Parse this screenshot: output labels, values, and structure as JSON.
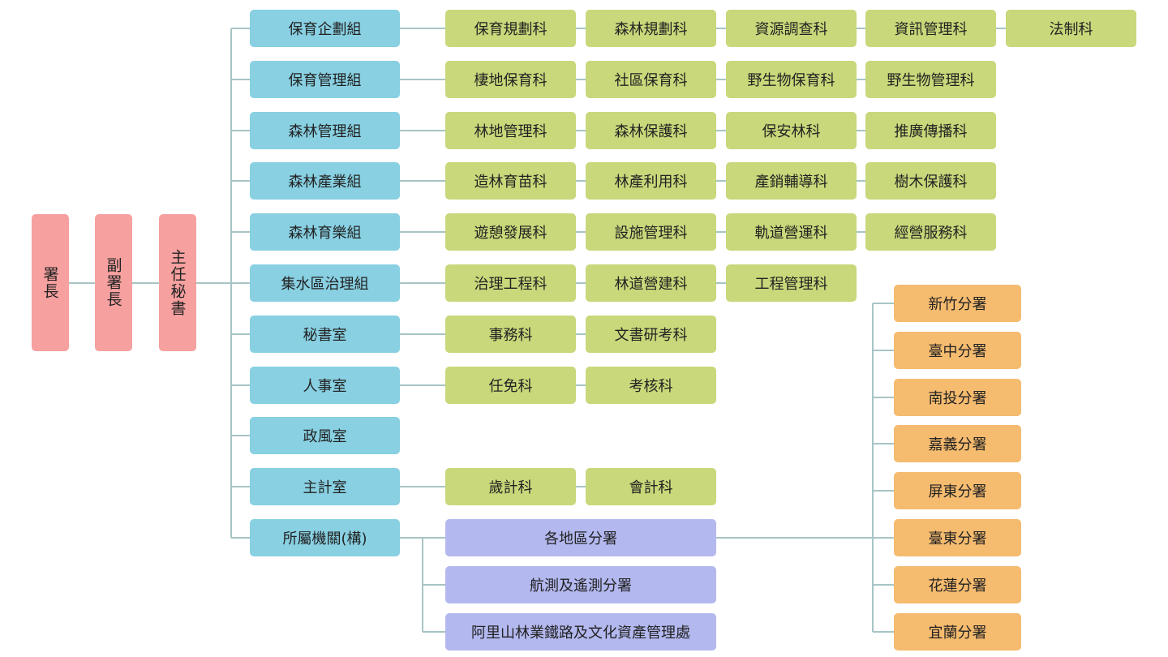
{
  "title": "組織架構圖",
  "colors": {
    "executive": "#f6a0a0",
    "group": "#88d0e2",
    "section": "#c8d87a",
    "agency": "#b3b8ef",
    "branch": "#f5bb6f",
    "connector": "#a8c4c4"
  },
  "executives": [
    "署長",
    "副署長",
    "主任秘書"
  ],
  "groups": [
    {
      "name": "保育企劃組",
      "sections": [
        "保育規劃科",
        "森林規劃科",
        "資源調查科",
        "資訊管理科",
        "法制科"
      ]
    },
    {
      "name": "保育管理組",
      "sections": [
        "棲地保育科",
        "社區保育科",
        "野生物保育科",
        "野生物管理科"
      ]
    },
    {
      "name": "森林管理組",
      "sections": [
        "林地管理科",
        "森林保護科",
        "保安林科",
        "推廣傳播科"
      ]
    },
    {
      "name": "森林產業組",
      "sections": [
        "造林育苗科",
        "林產利用科",
        "產銷輔導科",
        "樹木保護科"
      ]
    },
    {
      "name": "森林育樂組",
      "sections": [
        "遊憩發展科",
        "設施管理科",
        "軌道營運科",
        "經營服務科"
      ]
    },
    {
      "name": "集水區治理組",
      "sections": [
        "治理工程科",
        "林道營建科",
        "工程管理科"
      ]
    },
    {
      "name": "秘書室",
      "sections": [
        "事務科",
        "文書研考科"
      ]
    },
    {
      "name": "人事室",
      "sections": [
        "任免科",
        "考核科"
      ]
    },
    {
      "name": "政風室",
      "sections": []
    },
    {
      "name": "主計室",
      "sections": [
        "歲計科",
        "會計科"
      ]
    },
    {
      "name": "所屬機關(構)",
      "sections": []
    }
  ],
  "agencies": [
    "各地區分署",
    "航測及遙測分署",
    "阿里山林業鐵路及文化資產管理處"
  ],
  "branches": [
    "新竹分署",
    "臺中分署",
    "南投分署",
    "嘉義分署",
    "屏東分署",
    "臺東分署",
    "花蓮分署",
    "宜蘭分署"
  ]
}
